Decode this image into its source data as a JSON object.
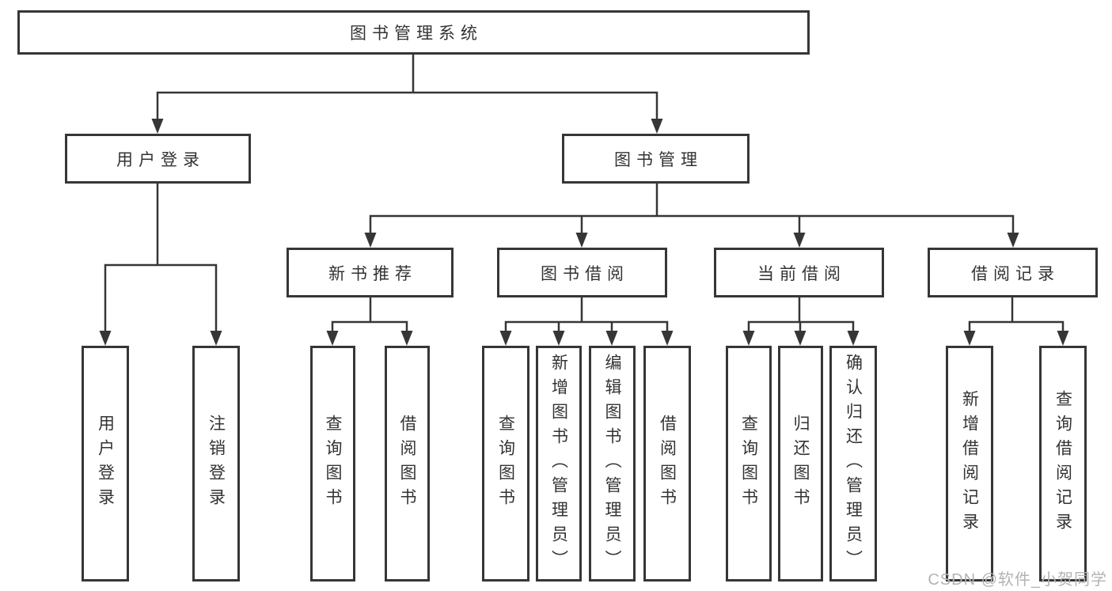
{
  "diagram_title": "图书管理系统",
  "colors": {
    "line": "#363636",
    "text": "#333333",
    "background": "#ffffff",
    "watermark": "#b3b3b3"
  },
  "watermark": {
    "text": "CSDN @软件_小贺同学"
  },
  "tree": {
    "label": "图书管理系统",
    "children": [
      {
        "label": "用户登录",
        "children": [
          {
            "label": "用户登录"
          },
          {
            "label": "注销登录"
          }
        ]
      },
      {
        "label": "图书管理",
        "children": [
          {
            "label": "新书推荐",
            "children": [
              {
                "label": "查询图书"
              },
              {
                "label": "借阅图书"
              }
            ]
          },
          {
            "label": "图书借阅",
            "children": [
              {
                "label": "查询图书"
              },
              {
                "label": "新增图书（管理员）"
              },
              {
                "label": "编辑图书（管理员）"
              },
              {
                "label": "借阅图书"
              }
            ]
          },
          {
            "label": "当前借阅",
            "children": [
              {
                "label": "查询图书"
              },
              {
                "label": "归还图书"
              },
              {
                "label": "确认归还（管理员）"
              }
            ]
          },
          {
            "label": "借阅记录",
            "children": [
              {
                "label": "新增借阅记录"
              },
              {
                "label": "查询借阅记录"
              }
            ]
          }
        ]
      }
    ]
  }
}
